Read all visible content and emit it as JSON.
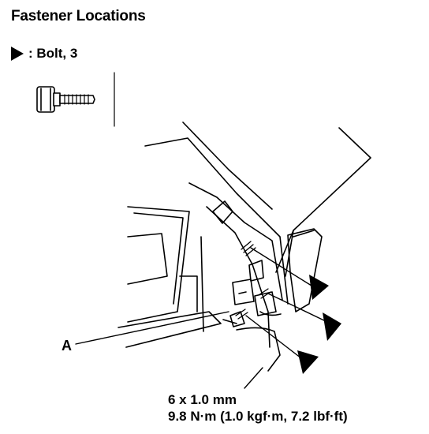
{
  "title": "Fastener Locations",
  "legend": {
    "symbol": "black-triangle",
    "text": ": Bolt, 3"
  },
  "callout_a": "A",
  "spec": {
    "size": "6 x 1.0 mm",
    "torque": "9.8 N·m (1.0 kgf·m, 7.2 lbf·ft)"
  }
}
